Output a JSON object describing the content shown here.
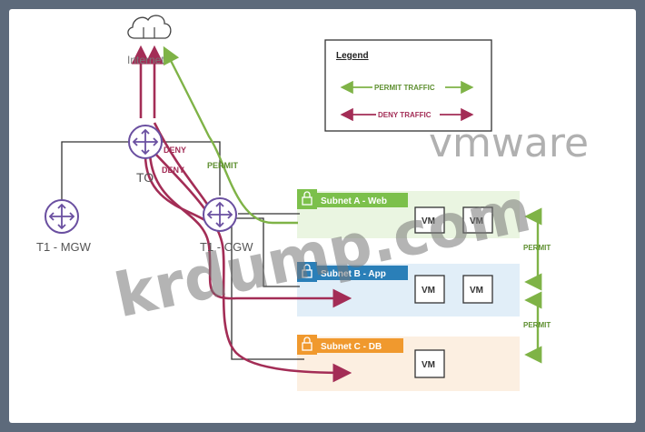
{
  "nodes": {
    "internet": "Internet",
    "t0": "TO",
    "t1_mgw": "T1 - MGW",
    "t1_cgw": "T1 - CGW"
  },
  "legend": {
    "title": "Legend",
    "permit": "PERMIT TRAFFIC",
    "deny": "DENY TRAFFIC"
  },
  "flow_labels": {
    "deny_1": "DENY",
    "deny_2": "DENY",
    "permit": "PERMIT",
    "permit_ab": "PERMIT",
    "permit_bc": "PERMIT"
  },
  "subnets": [
    {
      "name": "Subnet A - Web",
      "vms": [
        "VM",
        "VM"
      ],
      "color": "#7cc04b",
      "bg": "#eaf5e1"
    },
    {
      "name": "Subnet B - App",
      "vms": [
        "VM",
        "VM"
      ],
      "color": "#2a7fb8",
      "bg": "#e1eef8"
    },
    {
      "name": "Subnet C - DB",
      "vms": [
        "VM"
      ],
      "color": "#f0992e",
      "bg": "#fcefe1"
    }
  ],
  "watermarks": {
    "vmware": "vmware",
    "krdump": "krdump.com"
  },
  "colors": {
    "permit": "#7fb347",
    "deny": "#a32d56",
    "router": "#6a4fa0"
  }
}
